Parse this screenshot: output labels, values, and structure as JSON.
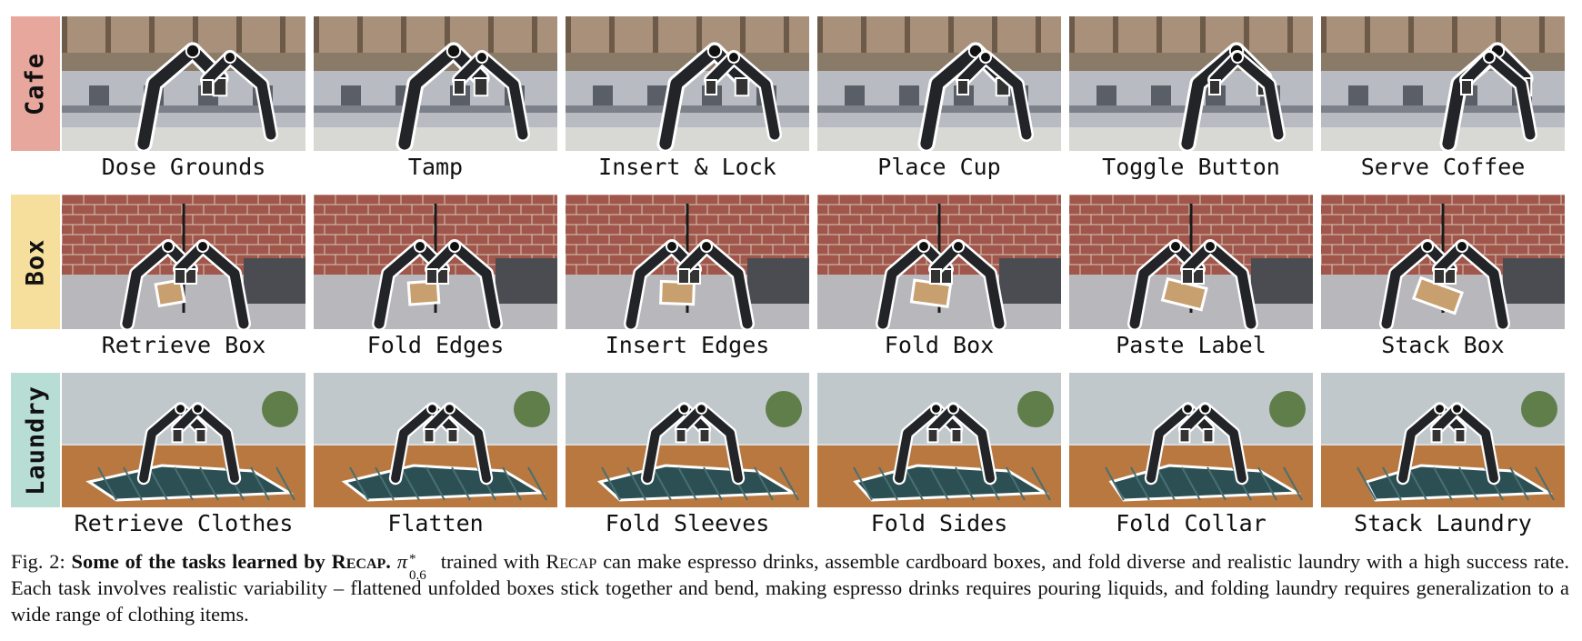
{
  "colors": {
    "cafe": "#e8a79c",
    "box": "#f6df9c",
    "laundry": "#b7ddd5"
  },
  "rows": [
    {
      "label": "Cafe",
      "color": "#e8a79c",
      "scene": "cafe",
      "tasks": [
        "Dose Grounds",
        "Tamp",
        "Insert & Lock",
        "Place Cup",
        "Toggle Button",
        "Serve Coffee"
      ]
    },
    {
      "label": "Box",
      "color": "#f6df9c",
      "scene": "box",
      "tasks": [
        "Retrieve Box",
        "Fold Edges",
        "Insert Edges",
        "Fold Box",
        "Paste Label",
        "Stack Box"
      ]
    },
    {
      "label": "Laundry",
      "color": "#b7ddd5",
      "scene": "laundry",
      "tasks": [
        "Retrieve Clothes",
        "Flatten",
        "Fold Sleeves",
        "Fold Sides",
        "Fold Collar",
        "Stack Laundry"
      ]
    }
  ],
  "caption": {
    "prefix": "Fig. 2: ",
    "bold_lead": "Some of the tasks learned by ",
    "bold_name": "Recap",
    "bold_end": ".",
    "policy_symbol": "π",
    "policy_sup": "*",
    "policy_sub": "0.6",
    "text_1": " trained with ",
    "method_name": "Recap",
    "text_2": " can make espresso drinks, assemble cardboard boxes, and fold diverse and realistic laundry with a high success rate. Each task involves realistic variability – flattened unfolded boxes stick together and bend, making espresso drinks requires pouring liquids, and folding laundry requires generalization to a wide range of clothing items."
  }
}
